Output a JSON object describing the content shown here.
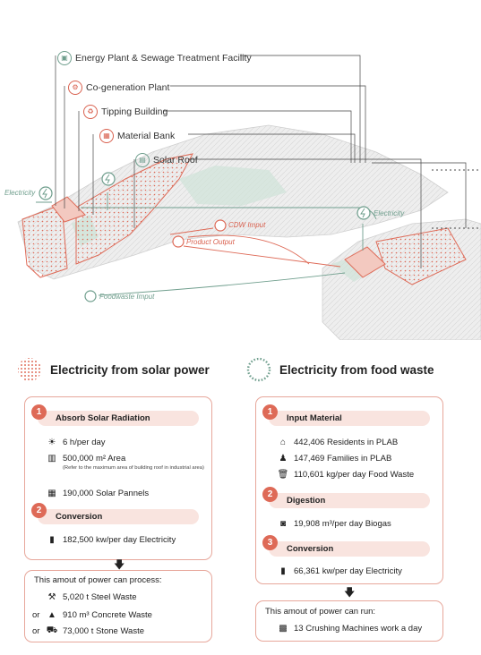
{
  "callouts": {
    "energy_plant": "Energy Plant & Sewage Treatment Facility",
    "cogeneration": "Co-generation Plant",
    "tipping": "Tipping Building",
    "material_bank": "Material Bank",
    "solar_roof": "Solar Roof"
  },
  "map_labels": {
    "electricity_left": "Electricity",
    "electricity_right": "Electricity",
    "cdw_input": "CDW Imput",
    "product_output": "Product Output",
    "foodwaste_input": "Foodwaste Imput"
  },
  "solar": {
    "title": "Electricity from solar power",
    "step1": {
      "num": "1",
      "label": "Absorb Solar Radiation",
      "items": [
        "6 h/per day",
        "500,000 m² Area",
        "190,000 Solar Pannels"
      ],
      "note": "(Refer to the maximum area of building roof in industrial area)"
    },
    "step2": {
      "num": "2",
      "label": "Conversion",
      "items": [
        "182,500 kw/per day Electricity"
      ]
    },
    "result": {
      "head": "This amout of power can process:",
      "items": [
        "5,020 t Steel Waste",
        "910 m³ Concrete Waste",
        "73,000 t Stone Waste"
      ],
      "or": "or"
    }
  },
  "food": {
    "title": "Electricity from food waste",
    "step1": {
      "num": "1",
      "label": "Input Material",
      "items": [
        "442,406 Residents in PLAB",
        "147,469 Families in PLAB",
        "110,601 kg/per day Food Waste"
      ]
    },
    "step2": {
      "num": "2",
      "label": "Digestion",
      "items": [
        "19,908 m³/per day Biogas"
      ]
    },
    "step3": {
      "num": "3",
      "label": "Conversion",
      "items": [
        "66,361 kw/per day Electricity"
      ]
    },
    "result": {
      "head": "This amout of power can run:",
      "items": [
        "13 Crushing Machines work a day"
      ]
    }
  },
  "colors": {
    "accent": "#de6a57",
    "card_border": "#e7a79b",
    "step_bar": "#f9e4df",
    "green": "#6f9e8d"
  }
}
